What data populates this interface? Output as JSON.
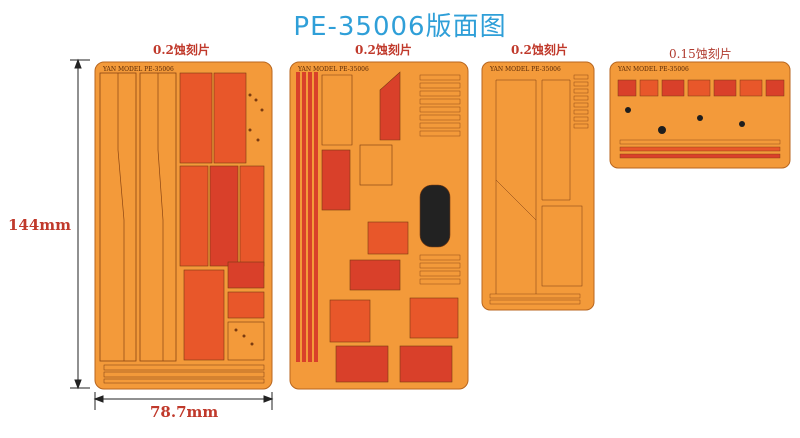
{
  "title": "PE-35006版面图",
  "dimensions": {
    "height": "144mm",
    "width": "78.7mm"
  },
  "sheets": [
    {
      "thickness_label": "0.2蚀刻片",
      "stamp": "YAN MODEL  PE-35006"
    },
    {
      "thickness_label": "0.2蚀刻片",
      "stamp": "YAN MODEL  PE-35006"
    },
    {
      "thickness_label": "0.2蚀刻片",
      "stamp": "YAN MODEL  PE-35006"
    },
    {
      "thickness_label": "0.15蚀刻片",
      "stamp": "YAN MODEL  PE-35006"
    }
  ],
  "colors": {
    "sheet": "#f39a3a",
    "part": "#e8572a",
    "part_dark": "#d9402a",
    "outline": "#7a3b10",
    "title": "#2f9fd8",
    "label": "#c0392b"
  }
}
